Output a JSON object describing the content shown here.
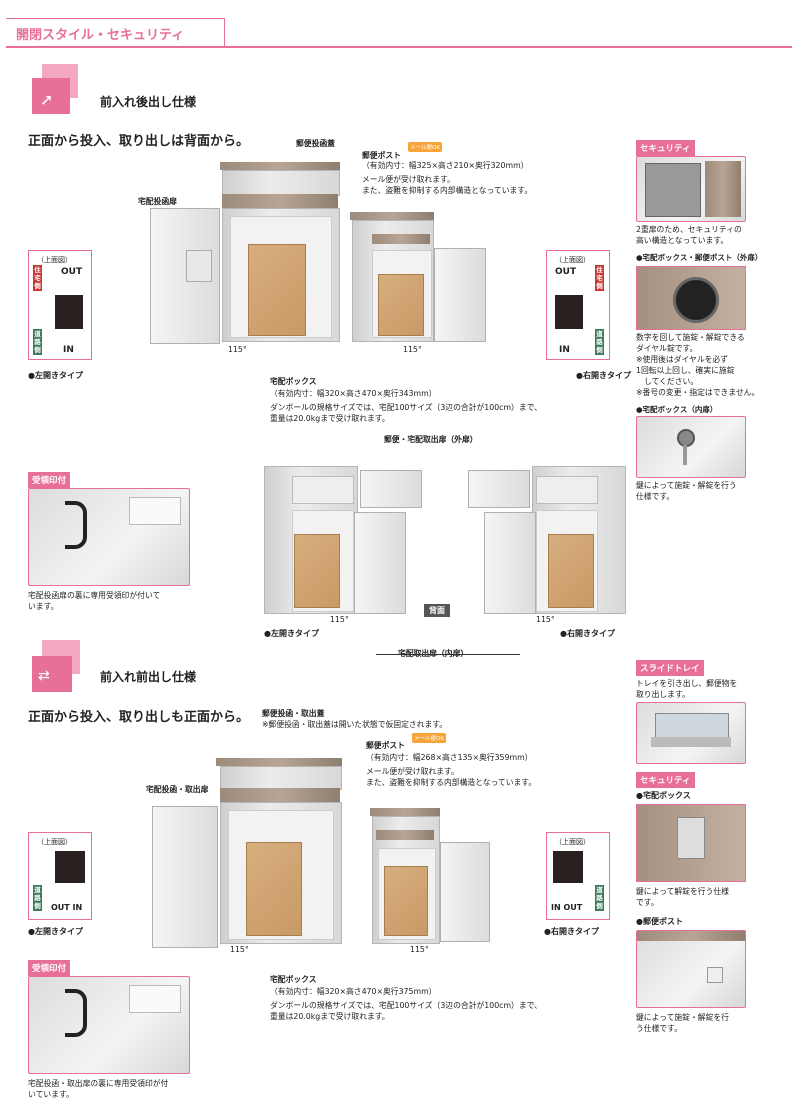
{
  "header": {
    "title": "開閉スタイル・セキュリティ"
  },
  "sec1": {
    "title": "前入れ後出し仕様",
    "headline": "正面から投入、取り出しは背面から。",
    "label_post_lid": "郵便投函蓋",
    "label_post": "郵便ポスト",
    "mail_badge": "メール便OK",
    "post_spec": "（有効内寸：幅325×高さ210×奥行320mm）",
    "post_desc1": "メール便が受け取れます。",
    "post_desc2": "また、盗難を抑制する内部構造となっています。",
    "label_delivery_door": "宅配投函扉",
    "angle": "115°",
    "angle2": "115°",
    "label_box": "宅配ボックス",
    "box_spec": "（有効内寸：幅320×高さ470×奥行343mm）",
    "box_desc1": "ダンボールの規格サイズでは、宅配100サイズ（3辺の合計が100cm）まで、",
    "box_desc2": "重量は20.0kgまで受け取れます。",
    "topview_label": "（上面図）",
    "out": "OUT",
    "in": "IN",
    "house_side": "住宅側",
    "road_side": "道路側",
    "left_type": "●左開きタイプ",
    "right_type": "●右開きタイプ",
    "receipt_head": "受領印付",
    "receipt_desc1": "宅配投函扉の裏に専用受領印が付いて",
    "receipt_desc2": "います。",
    "label_outer_door": "郵便・宅配取出扉（外扉）",
    "back_label": "背面",
    "angle3": "115°",
    "angle4": "115°",
    "back_left": "●左開きタイプ",
    "back_right": "●右開きタイプ",
    "label_inner_door": "宅配取出扉（内扉）"
  },
  "security1": {
    "head": "セキュリティ",
    "desc1": "2重扉のため、セキュリティの",
    "desc2": "高い構造となっています。",
    "dial_label": "●宅配ボックス・郵便ポスト（外扉）",
    "dial_desc1": "数字を回して施錠・解錠できる",
    "dial_desc2": "ダイヤル錠です。",
    "dial_note1": "※使用後はダイヤルを必ず",
    "dial_note2": "1回転以上回し、確実に施錠",
    "dial_note3": "してください。",
    "dial_note4": "※番号の変更・指定はできません。",
    "inner_label": "●宅配ボックス（内扉）",
    "inner_desc1": "鍵によって施錠・解錠を行う",
    "inner_desc2": "仕様です。"
  },
  "sec2": {
    "title": "前入れ前出し仕様",
    "headline": "正面から投入、取り出しも正面から。",
    "label_lid": "郵便投函・取出蓋",
    "lid_note": "※郵便投函・取出蓋は開いた状態で仮固定されます。",
    "label_post": "郵便ポスト",
    "mail_badge": "メール便OK",
    "post_spec": "（有効内寸：幅268×高さ135×奥行359mm）",
    "post_desc1": "メール便が受け取れます。",
    "post_desc2": "また、盗難を抑制する内部構造となっています。",
    "label_door": "宅配投函・取出扉",
    "angle": "115°",
    "angle2": "115°",
    "topview_label": "（上面図）",
    "out_in": "OUT IN",
    "in_out": "IN OUT",
    "road_side": "道路側",
    "left_type": "●左開きタイプ",
    "right_type": "●右開きタイプ",
    "label_box": "宅配ボックス",
    "box_spec": "（有効内寸：幅320×高さ470×奥行375mm）",
    "box_desc1": "ダンボールの規格サイズでは、宅配100サイズ（3辺の合計が100cm）まで、",
    "box_desc2": "重量は20.0kgまで受け取れます。",
    "receipt_head": "受領印付",
    "receipt_desc1": "宅配投函・取出扉の裏に専用受領印が付",
    "receipt_desc2": "いています。"
  },
  "slide": {
    "head": "スライドトレイ",
    "desc1": "トレイを引き出し、郵便物を",
    "desc2": "取り出します。"
  },
  "security2": {
    "head": "セキュリティ",
    "box_label": "●宅配ボックス",
    "box_desc1": "鍵によって解錠を行う仕様",
    "box_desc2": "です。",
    "post_label": "●郵便ポスト",
    "post_desc1": "鍵によって施錠・解錠を行",
    "post_desc2": "う仕様です。"
  },
  "colors": {
    "accent": "#e86f98",
    "road": "#3b7a5b"
  }
}
